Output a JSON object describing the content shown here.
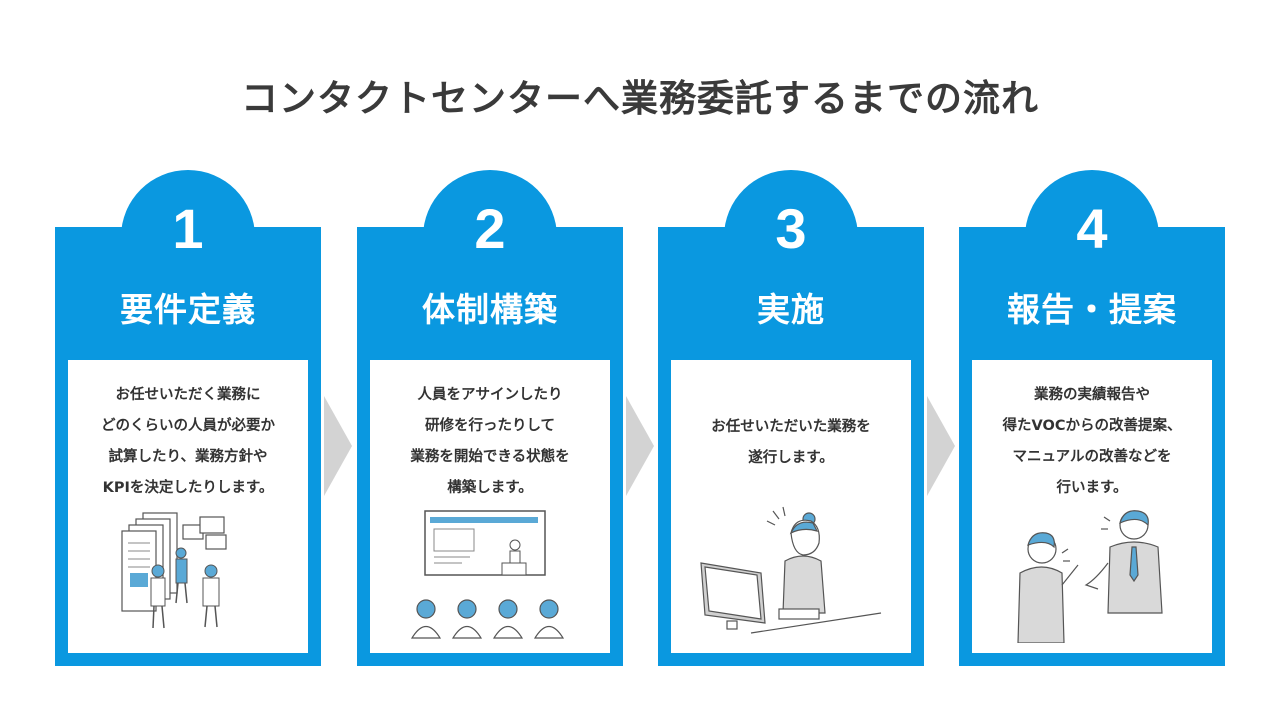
{
  "title": "コンタクトセンターへ業務委託するまでの流れ",
  "steps": [
    {
      "number": "1",
      "title": "要件定義",
      "lines": [
        "お任せいただく業務に",
        "どのくらいの人員が必要か",
        "試算したり、業務方針や",
        "KPIを決定したりします。"
      ],
      "illustration": "documents-and-people-illustration"
    },
    {
      "number": "2",
      "title": "体制構築",
      "lines": [
        "人員をアサインしたり",
        "研修を行ったりして",
        "業務を開始できる状態を",
        "構築します。"
      ],
      "illustration": "training-seminar-illustration"
    },
    {
      "number": "3",
      "title": "実施",
      "lines": [
        "お任せいただいた業務を",
        "遂行します。"
      ],
      "illustration": "operator-with-headset-illustration"
    },
    {
      "number": "4",
      "title": "報告・提案",
      "lines": [
        "業務の実績報告や",
        "得たVOCからの改善提案、",
        "マニュアルの改善などを",
        "行います。"
      ],
      "illustration": "business-meeting-illustration"
    }
  ],
  "colors": {
    "accent": "#0a98e0",
    "illustration_blue": "#5aa9d6",
    "arrow": "#d3d3d3",
    "title_text": "#3a3a3a"
  }
}
